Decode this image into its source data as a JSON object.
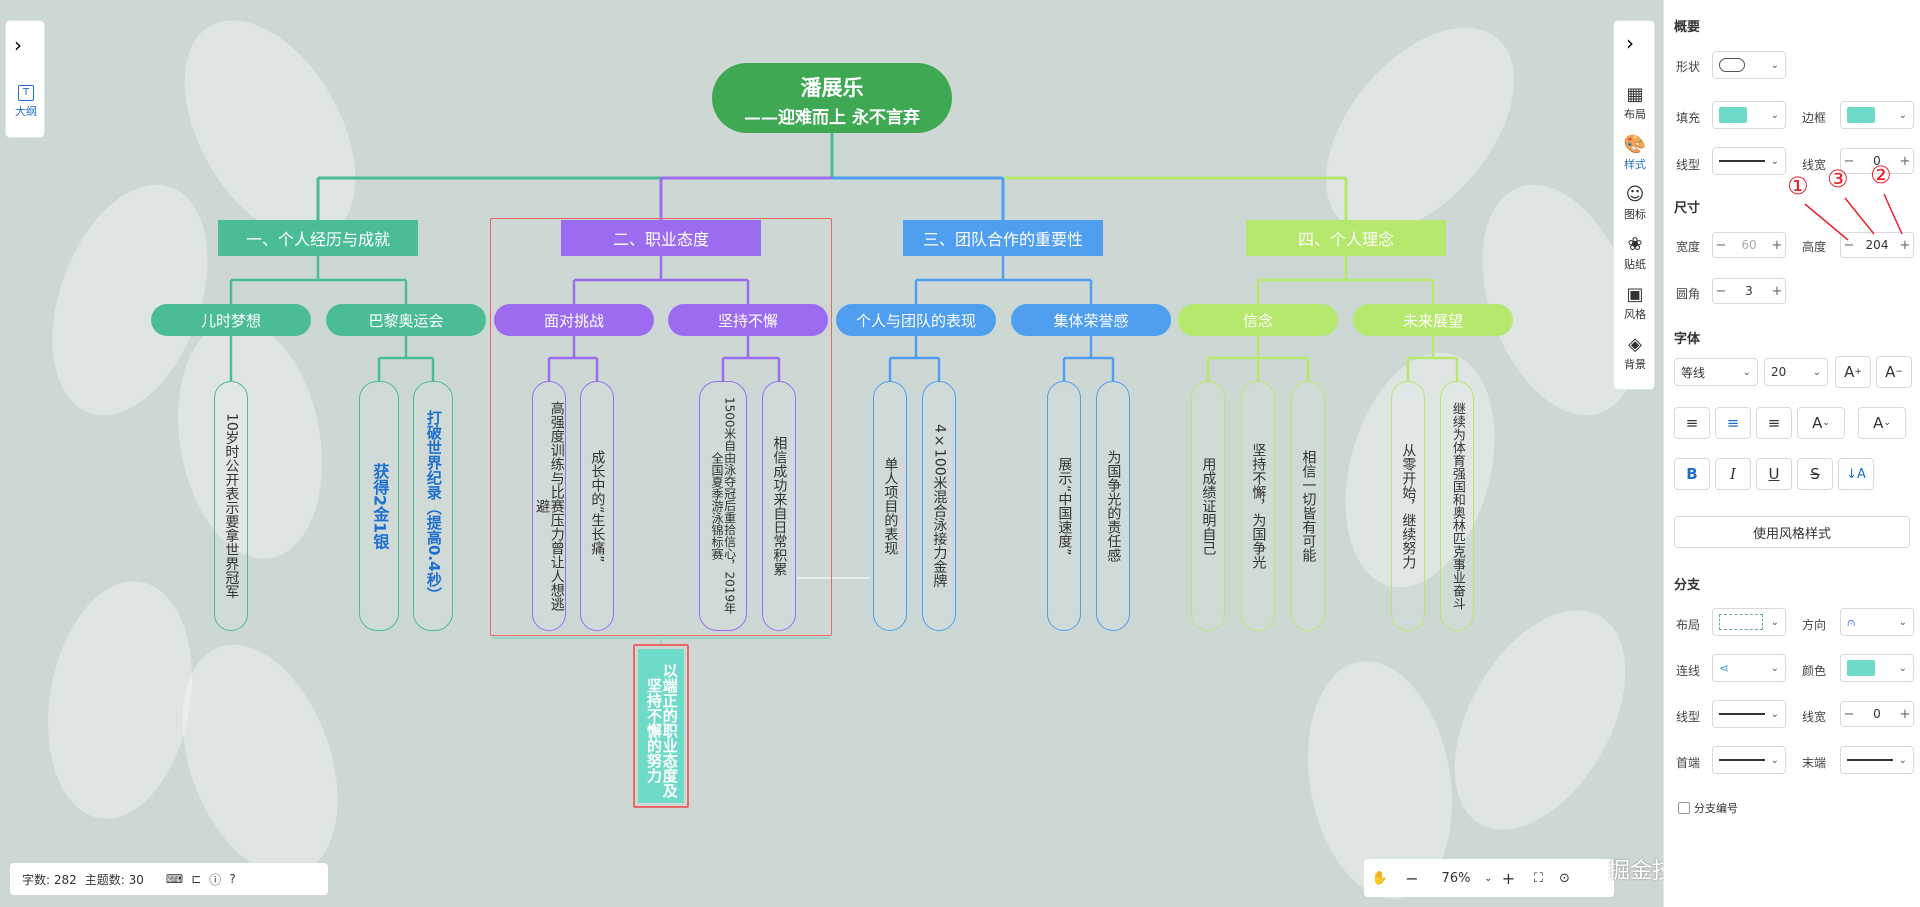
{
  "root": {
    "title": "潘展乐",
    "subtitle": "——迎难而上  永不言弃"
  },
  "branches": [
    {
      "label": "一、个人经历与成就",
      "color": "#4bbd94",
      "children": [
        {
          "label": "儿时梦想",
          "leaves": [
            "10岁时公开表示要拿世界冠军"
          ]
        },
        {
          "label": "巴黎奥运会",
          "leaves": [
            "获得2金1银",
            "打破世界纪录（提高0.4秒）"
          ]
        }
      ]
    },
    {
      "label": "二、职业态度",
      "color": "#9b6cf0",
      "children": [
        {
          "label": "面对挑战",
          "leaves": [
            "高强度训练与比赛压力曾让人想逃避",
            "成长中的“生长痛”"
          ]
        },
        {
          "label": "坚持不懈",
          "leaves": [
            "1500米自由泳夺冠后重拾信心，2019年全国夏季游泳锦标赛",
            "相信成功来自日常积累"
          ]
        }
      ]
    },
    {
      "label": "三、团队合作的重要性",
      "color": "#4f9ef0",
      "children": [
        {
          "label": "个人与团队的表现",
          "leaves": [
            "单人项目的表现",
            "4×100米混合泳接力金牌"
          ]
        },
        {
          "label": "集体荣誉感",
          "leaves": [
            "展示“中国速度”",
            "为国争光的责任感"
          ]
        }
      ]
    },
    {
      "label": "四、个人理念",
      "color": "#b5e86c",
      "children": [
        {
          "label": "信念",
          "leaves": [
            "用成绩证明自己",
            "坚持不懈，为国争光",
            "相信一切皆有可能"
          ]
        },
        {
          "label": "未来展望",
          "leaves": [
            "从零开始，继续努力",
            "继续为体育强国和奥林匹克事业奋斗"
          ]
        }
      ]
    }
  ],
  "summary": {
    "text": "以端正的职业态度及坚持不懈的努力"
  },
  "left_toolbar": {
    "outline_label": "大纲"
  },
  "right_toolbar": {
    "items": [
      "布局",
      "样式",
      "图标",
      "贴纸",
      "风格",
      "背景"
    ]
  },
  "panel": {
    "overview": "概要",
    "shape_label": "形状",
    "fill_label": "填充",
    "border_label": "边框",
    "line_type_label": "线型",
    "line_width_label": "线宽",
    "line_width_value": "0",
    "size_header": "尺寸",
    "width_label": "宽度",
    "width_value": "60",
    "height_label": "高度",
    "height_value": "204",
    "radius_label": "圆角",
    "radius_value": "3",
    "font_header": "字体",
    "font_family": "等线",
    "font_size": "20",
    "style_button": "使用风格样式",
    "branch_header": "分支",
    "layout_label": "布局",
    "direction_label": "方向",
    "connector_label": "连线",
    "color_label": "颜色",
    "branch_line_type_label": "线型",
    "branch_line_width_label": "线宽",
    "branch_line_width_value": "0",
    "head_label": "首端",
    "tail_label": "末端",
    "numbering_label": "分支编号",
    "accent_color": "#6edbc8"
  },
  "annotations": [
    "①",
    "③",
    "②"
  ],
  "footer": {
    "word_count": "字数: 282",
    "topic_count": "主题数: 30",
    "zoom": "76%"
  },
  "watermark": "掘金技术社区 @ 图形天下"
}
